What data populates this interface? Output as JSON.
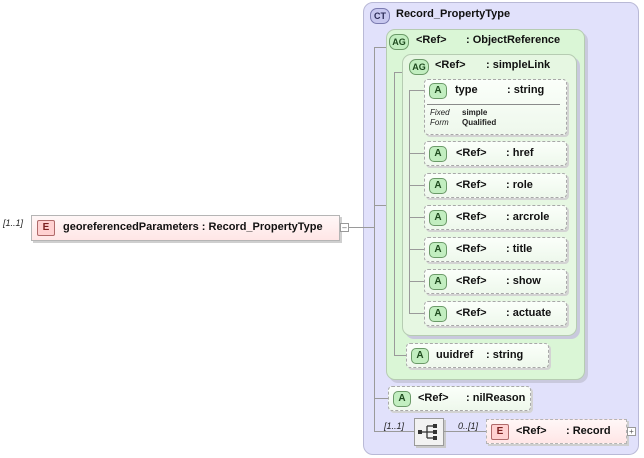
{
  "complex_type": {
    "badge": "CT",
    "name": "Record_PropertyType"
  },
  "root_element": {
    "badge": "E",
    "cardinality": "[1..1]",
    "label": "georeferencedParameters : Record_PropertyType"
  },
  "object_reference_group": {
    "badge": "AG",
    "ref": "<Ref>",
    "type": ": ObjectReference"
  },
  "simple_link_group": {
    "badge": "AG",
    "ref": "<Ref>",
    "type": ": simpleLink"
  },
  "type_attribute": {
    "badge": "A",
    "name": "type",
    "type": ": string",
    "fixed_label": "Fixed",
    "fixed_value": "simple",
    "form_label": "Form",
    "form_value": "Qualified"
  },
  "link_attributes": [
    {
      "badge": "A",
      "ref": "<Ref>",
      "type": ": href"
    },
    {
      "badge": "A",
      "ref": "<Ref>",
      "type": ": role"
    },
    {
      "badge": "A",
      "ref": "<Ref>",
      "type": ": arcrole"
    },
    {
      "badge": "A",
      "ref": "<Ref>",
      "type": ": title"
    },
    {
      "badge": "A",
      "ref": "<Ref>",
      "type": ": show"
    },
    {
      "badge": "A",
      "ref": "<Ref>",
      "type": ": actuate"
    }
  ],
  "uuidref_attribute": {
    "badge": "A",
    "name": "uuidref",
    "type": ": string"
  },
  "nil_reason_attribute": {
    "badge": "A",
    "ref": "<Ref>",
    "type": ": nilReason"
  },
  "sequence": {
    "cardinality": "[1..1]"
  },
  "record_element": {
    "badge": "E",
    "cardinality": "0..[1]",
    "ref": "<Ref>",
    "type": ": Record"
  },
  "icons": {
    "collapse": "minus-icon",
    "expand": "plus-icon",
    "sequence": "sequence-icon"
  }
}
